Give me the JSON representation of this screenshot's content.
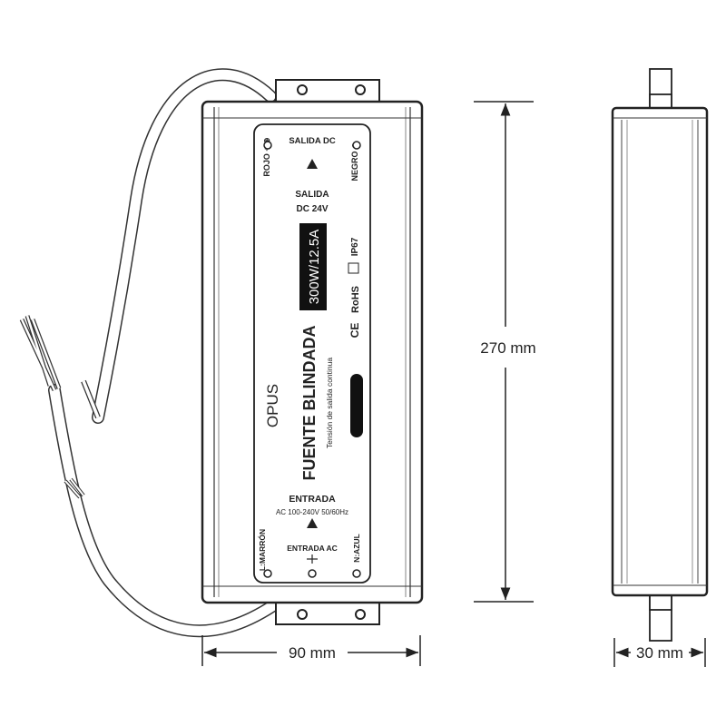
{
  "dimensions": {
    "length": "270 mm",
    "width": "90 mm",
    "depth": "30 mm"
  },
  "label": {
    "output_title": "SALIDA DC",
    "positive_terminal": "ROJO + ⊕",
    "negative_terminal": "NEGRO ⊖",
    "output_line1": "SALIDA",
    "output_line2": "DC 24V",
    "rating": "300W/12.5A",
    "ip_rating": "IP67",
    "rohs": "RoHS",
    "ce_mark": "CE",
    "brand": "OPUS",
    "product_name": "FUENTE BLINDADA",
    "product_subtitle": "Tensión de salida continua",
    "input_title": "ENTRADA",
    "input_spec": "AC 100-240V 50/60Hz",
    "input_ac": "ENTRADA AC",
    "live_terminal": "L:MARRÓN",
    "neutral_terminal": "N:AZUL"
  }
}
